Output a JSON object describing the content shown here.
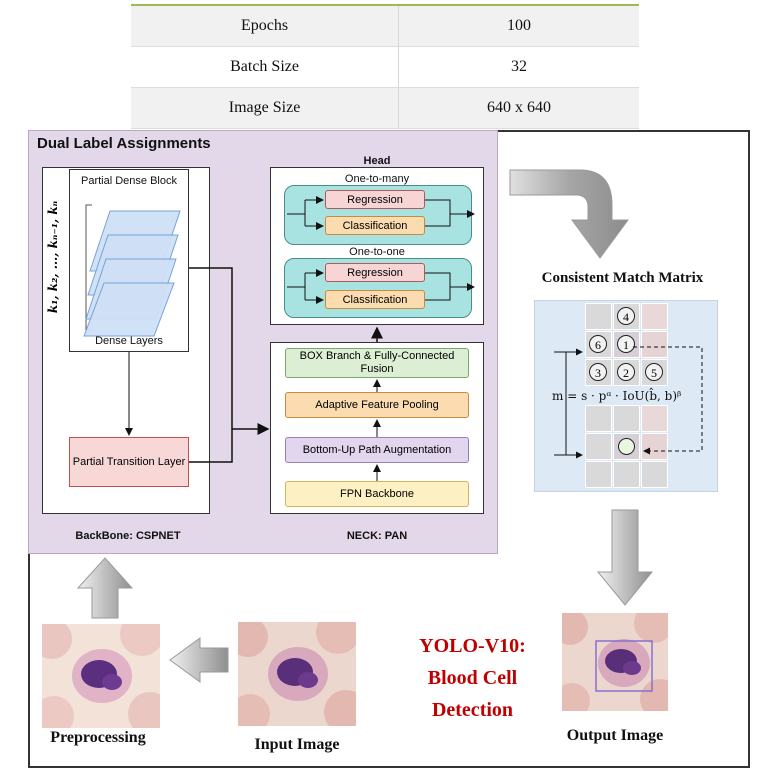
{
  "params_table": {
    "rows": [
      {
        "name": "Epochs",
        "value": "100"
      },
      {
        "name": "Batch Size",
        "value": "32"
      },
      {
        "name": "Image Size",
        "value": "640 x 640"
      }
    ]
  },
  "diagram": {
    "title": "Dual Label Assignments",
    "backbone": {
      "caption": "BackBone: CSPNET",
      "partial_dense_block": "Partial Dense Block",
      "k_labels": "k₁, k₂, ..., kₙ₋₁, kₙ",
      "dense_layers": "Dense Layers",
      "partial_transition": "Partial Transition Layer"
    },
    "head": {
      "title": "Head",
      "one_to_many": "One-to-many",
      "one_to_one": "One-to-one",
      "regression": "Regression",
      "classification": "Classification"
    },
    "neck": {
      "caption": "NECK: PAN",
      "box_branch": "BOX Branch & Fully-Connected Fusion",
      "adaptive_pooling": "Adaptive Feature  Pooling",
      "bottom_up": "Bottom-Up Path Augmentation",
      "fpn": "FPN Backbone"
    },
    "matrix": {
      "title": "Consistent Match Matrix",
      "formula": "m = s · pᵅ · IoU(b̂, b)ᵝ",
      "markers": [
        "4",
        "6",
        "1",
        "3",
        "2",
        "5"
      ]
    },
    "main_title": [
      "YOLO-V10:",
      "Blood Cell",
      "Detection"
    ],
    "input_image": "Input Image",
    "preprocessing": "Preprocessing",
    "output_image": "Output Image",
    "colors": {
      "purple_panel": "#e3d8e9",
      "title_red": "#c00000",
      "table_accent": "#9bbb59"
    }
  }
}
